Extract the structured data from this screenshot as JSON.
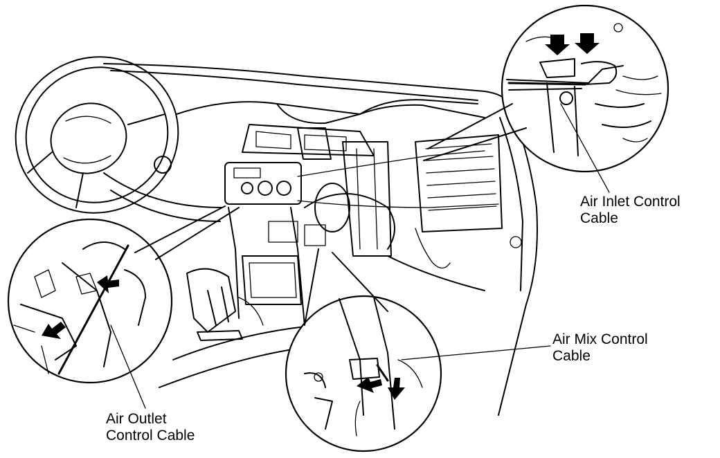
{
  "labels": {
    "air_inlet": {
      "line1": "Air Inlet Control",
      "line2": "Cable"
    },
    "air_mix": {
      "line1": "Air Mix Control",
      "line2": "Cable"
    },
    "air_outlet": {
      "line1": "Air Outlet",
      "line2": "Control Cable"
    }
  }
}
